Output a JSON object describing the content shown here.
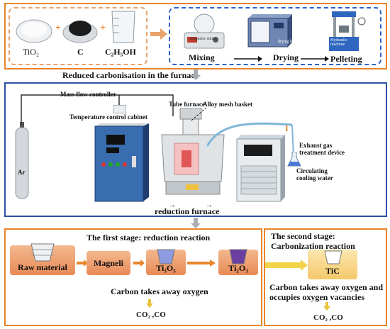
{
  "top": {
    "materials": [
      "TiO₂",
      "C",
      "C₂H₅OH"
    ],
    "process_steps": [
      "Mixing",
      "Drying",
      "Pelleting"
    ],
    "equipment_labels": [
      "magnetic stirrer",
      "drying box",
      "Hydraulic machine"
    ],
    "caption": "Reduced carbonisation in the furnace"
  },
  "middle": {
    "labels": {
      "mass_flow": "Mass flow controller",
      "temp_cabinet": "Temperature control cabinet",
      "tube_furnace": "Tube furnace",
      "alloy_basket": "Alloy mesh basket",
      "exhaust": "Exhaust gas treatment device",
      "cooling": "Circulating cooling water",
      "ar": "Ar",
      "caption": "reduction furnace"
    }
  },
  "bottom": {
    "stage1_title": "The first stage: reduction reaction",
    "stage1_boxes": [
      "Raw material",
      "Magneli",
      "Ti₃O₅",
      "Ti₂O₃"
    ],
    "stage1_note": "Carbon takes away oxygen",
    "stage1_gas": "CO₂ ,CO",
    "stage2_title": "The second stage:\nCarbonization reaction",
    "stage2_box": "TiC",
    "stage2_note": "Carbon takes away oxygen and occupies oxygen vacancies",
    "stage2_gas": "CO₂ ,CO"
  },
  "colors": {
    "orange": "#e8852b",
    "blue": "#2e4fa3",
    "stage_fill": "#ee9c6a",
    "purple": "#6b3fa0"
  }
}
